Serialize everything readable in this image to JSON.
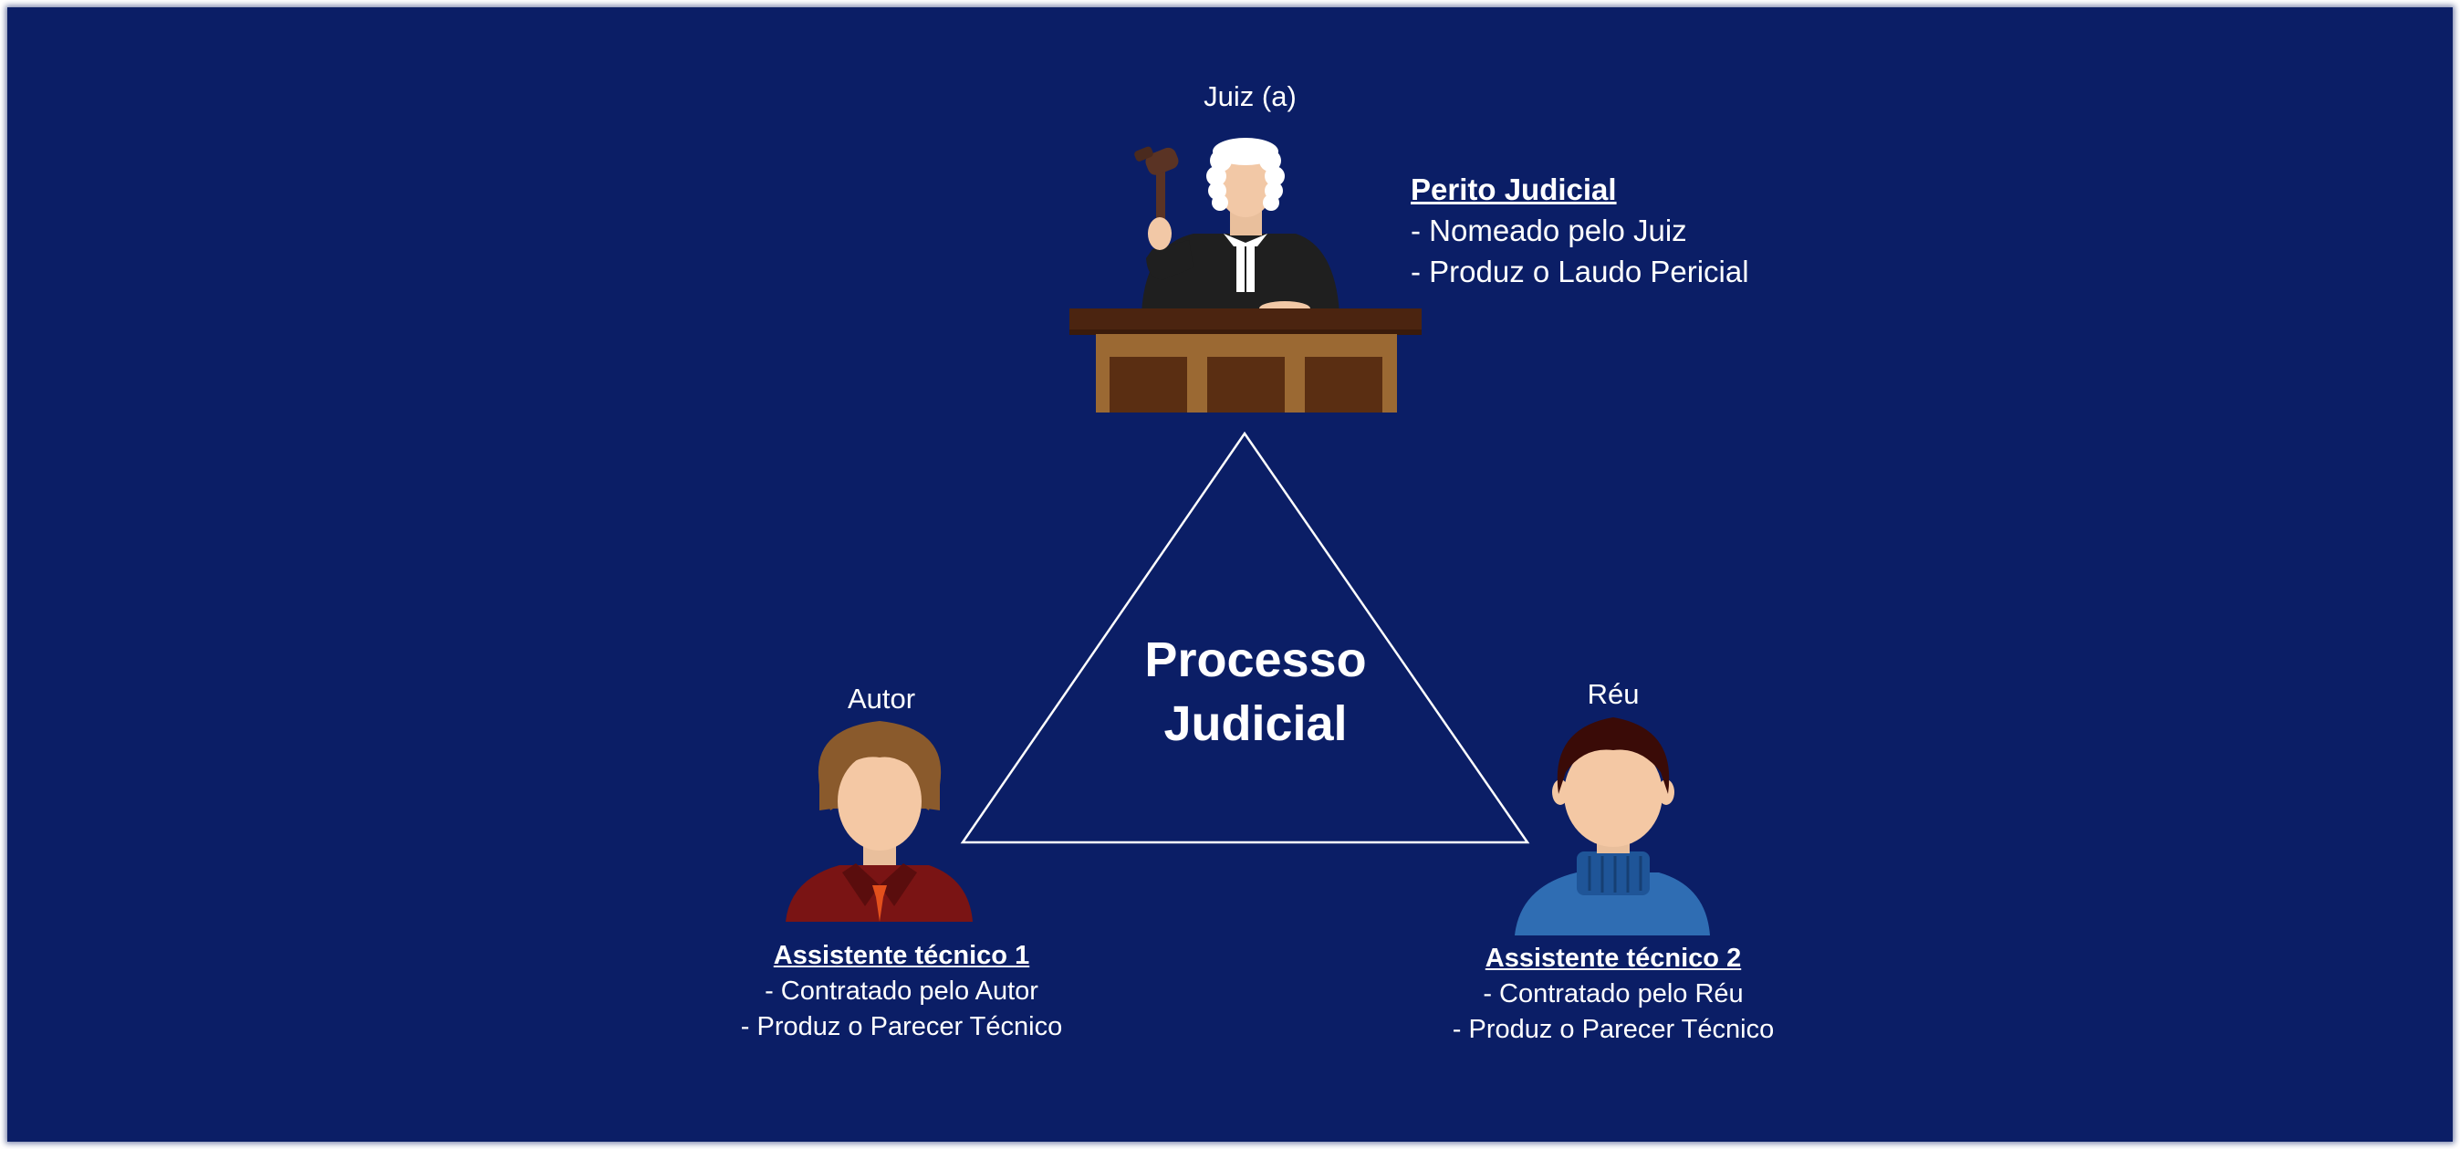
{
  "labels": {
    "juiz": "Juiz (a)",
    "autor": "Autor",
    "reu": "Réu"
  },
  "center": {
    "line1": "Processo",
    "line2": "Judicial"
  },
  "perito": {
    "title": "Perito Judicial",
    "line1": "- Nomeado pelo Juiz",
    "line2": "- Produz o Laudo Pericial"
  },
  "assistente1": {
    "title": "Assistente técnico 1",
    "line1": "- Contratado pelo Autor",
    "line2": "- Produz o Parecer  Técnico"
  },
  "assistente2": {
    "title": "Assistente técnico 2",
    "line1": "- Contratado pelo Réu",
    "line2": "- Produz o Parecer  Técnico"
  },
  "colors": {
    "background": "#0b1e66",
    "text": "#ffffff",
    "triangle_stroke": "#ffffff"
  },
  "icons": [
    "judge-icon",
    "gavel-icon",
    "bench-icon",
    "autor-person-icon",
    "reu-person-icon"
  ]
}
